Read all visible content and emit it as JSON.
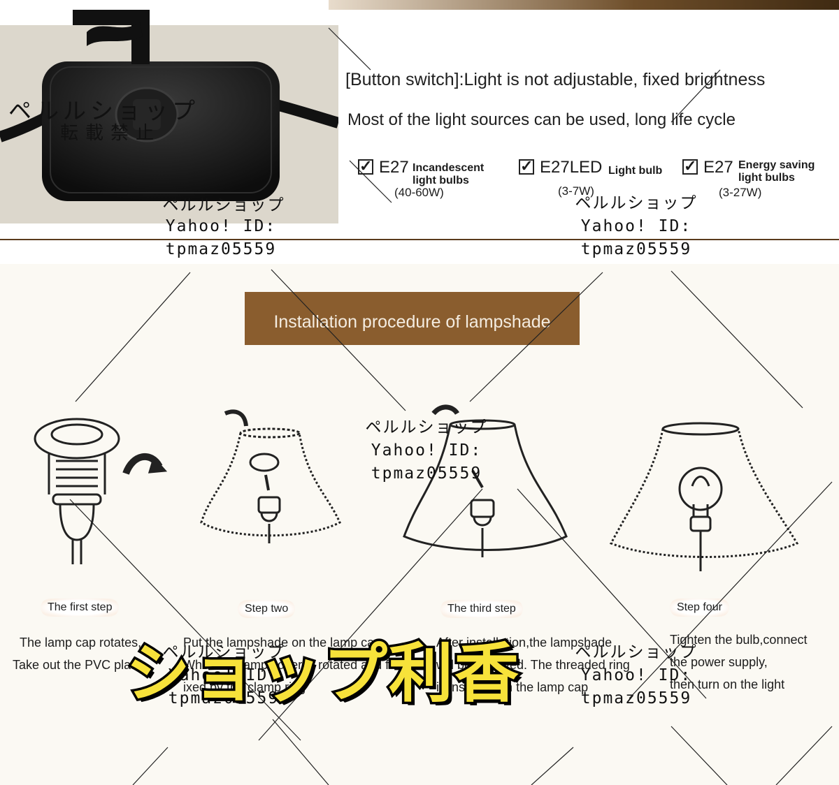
{
  "colors": {
    "accent_brown": "#8a5d2e",
    "brand_yellow": "#f7e23a",
    "background": "#fbf9f3"
  },
  "switch_info": {
    "title": "[Button switch]:Light is not adjustable, fixed brightness",
    "subtitle": "Most of the light sources can be used, long life cycle"
  },
  "bulb_types": [
    {
      "code": "E27",
      "desc": "Incandescent light bulbs",
      "watt": "(40-60W)"
    },
    {
      "code": "E27LED",
      "desc": "Light bulb",
      "watt": "(3-7W)"
    },
    {
      "code": "E27",
      "desc": "Energy saving light bulbs",
      "watt": "(3-27W)"
    }
  ],
  "procedure_title": "Installation procedure of lampshade",
  "steps": [
    {
      "label": "The first step",
      "text": [
        "The lamp cap rotates,",
        "Take out the PVC plate"
      ]
    },
    {
      "label": "Step two",
      "text": [
        "Put the lampshade on the lamp cap",
        "When the lamp cover is rotated and f",
        "ixed by the clamp ring"
      ]
    },
    {
      "label": "The third step",
      "text": [
        "After installation,the lampshade",
        "will be removed. The threaded ring",
        "is installed on the lamp cap"
      ]
    },
    {
      "label": "Step four",
      "text": [
        "Tighten the bulb,connect",
        "the power supply,",
        "then turn on the light"
      ]
    }
  ],
  "watermark": {
    "shop": "ペルルショップ",
    "id_line": "Yahoo! ID:",
    "id": "tpmaz05559"
  },
  "photo_stamp": {
    "shop": "ペルルショップ",
    "note": "転載禁止"
  },
  "brand_overlay": "ショップ利香"
}
